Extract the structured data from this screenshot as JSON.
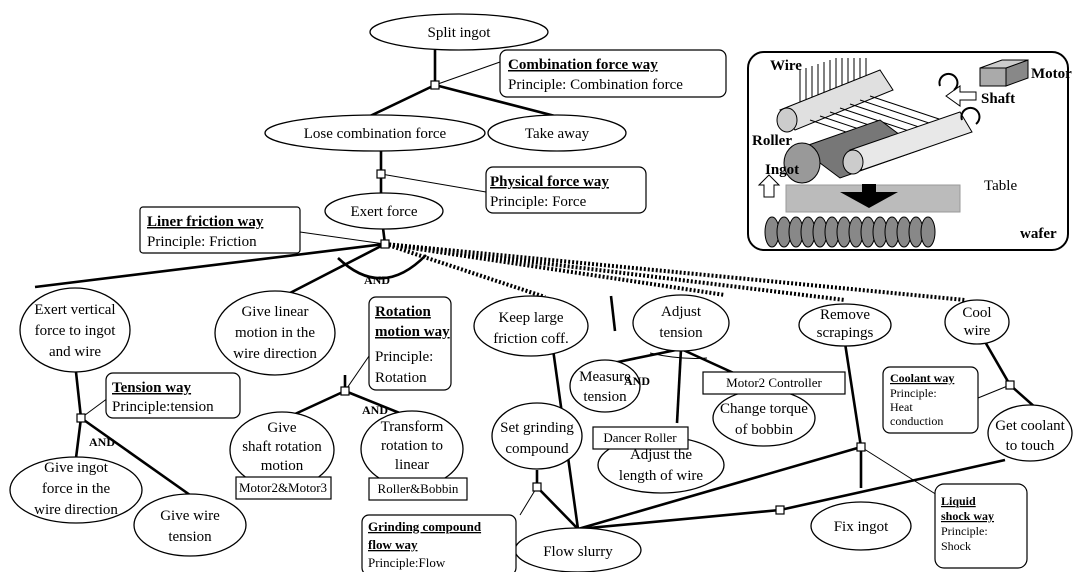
{
  "nodes": {
    "split_ingot": "Split ingot",
    "lose_combination_force": "Lose combination force",
    "take_away": "Take away",
    "exert_force": "Exert force",
    "exert_vertical": [
      "Exert vertical",
      "force to ingot",
      "and wire"
    ],
    "give_linear": [
      "Give linear",
      "motion in the",
      "wire direction"
    ],
    "keep_friction": [
      "Keep large",
      "friction coff."
    ],
    "adjust_tension": [
      "Adjust",
      "tension"
    ],
    "remove_scrapings": [
      "Remove",
      "scrapings"
    ],
    "cool_wire": [
      "Cool",
      "wire"
    ],
    "measure_tension": [
      "Measure",
      "tension"
    ],
    "change_torque": [
      "Change torque",
      "of bobbin"
    ],
    "adjust_length": [
      "Adjust the",
      "length of wire"
    ],
    "set_grinding": [
      "Set grinding",
      "compound"
    ],
    "give_shaft": [
      "Give",
      "shaft rotation",
      "motion"
    ],
    "transform_rotation": [
      "Transform",
      "rotation to",
      "linear"
    ],
    "give_ingot_force": [
      "Give ingot",
      "force in the",
      "wire direction"
    ],
    "give_wire_tension": [
      "Give wire",
      "tension"
    ],
    "get_coolant": [
      "Get coolant",
      "to touch"
    ],
    "fix_ingot": "Fix ingot",
    "flow_slurry": "Flow slurry"
  },
  "ways": {
    "combination": {
      "title": "Combination force way",
      "principle": "Principle: Combination force"
    },
    "physical": {
      "title": "Physical force way",
      "principle": "Principle: Force"
    },
    "liner_friction": {
      "title": "Liner friction way",
      "principle": "Principle: Friction"
    },
    "rotation": {
      "title": [
        "Rotation",
        "motion way"
      ],
      "principle": [
        "Principle:",
        "Rotation"
      ]
    },
    "tension": {
      "title": "Tension way",
      "principle": "Principle:tension"
    },
    "coolant": {
      "title": "Coolant way",
      "principle": [
        "Principle:",
        "Heat",
        "conduction"
      ]
    },
    "grinding": {
      "title": [
        "Grinding compound",
        "flow way"
      ],
      "principle": "Principle:Flow"
    },
    "liquid_shock": {
      "title": [
        "Liquid",
        "shock way"
      ],
      "principle": [
        "Principle:",
        "Shock"
      ]
    }
  },
  "devices": {
    "motor2_controller": "Motor2 Controller",
    "dancer_roller": "Dancer Roller",
    "motor23": "Motor2&Motor3",
    "roller_bobbin": "Roller&Bobbin"
  },
  "and_labels": [
    "AND",
    "AND",
    "AND",
    "AND"
  ],
  "inset": {
    "wire": "Wire",
    "motor": "Motor",
    "shaft": "Shaft",
    "roller": "Roller",
    "ingot": "Ingot",
    "table": "Table",
    "wafer": "wafer"
  }
}
